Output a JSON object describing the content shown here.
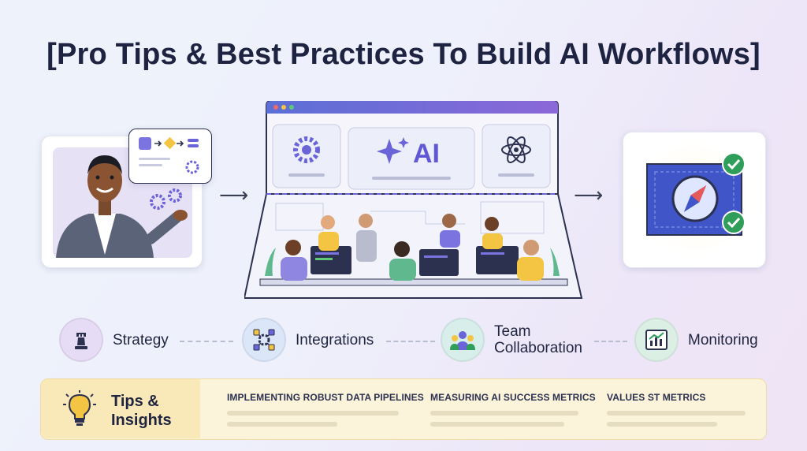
{
  "title": "[Pro Tips & Best Practices To Build AI Workflows]",
  "center_panel": {
    "ai_label": "AI"
  },
  "steps": [
    {
      "label": "Strategy",
      "icon": "chess-rook-icon",
      "color": "#e6dcf5"
    },
    {
      "label": "Integrations",
      "icon": "network-gear-icon",
      "color": "#dbe6f8"
    },
    {
      "label": "Team Collaboration",
      "icon": "team-icon",
      "color": "#d8eeea"
    },
    {
      "label": "Monitoring",
      "icon": "chart-monitor-icon",
      "color": "#dcefe4"
    }
  ],
  "tips": {
    "title_line1": "Tips &",
    "title_line2": "Insights",
    "columns": [
      {
        "heading": "IMPLEMENTING ROBUST DATA PIPELINES"
      },
      {
        "heading": "MEASURING AI SUCCESS METRICS"
      },
      {
        "heading": "VALUES ST METRICS"
      }
    ]
  },
  "colors": {
    "accent": "#6b63d8",
    "gold": "#f4c542",
    "green": "#2f9e5b"
  }
}
